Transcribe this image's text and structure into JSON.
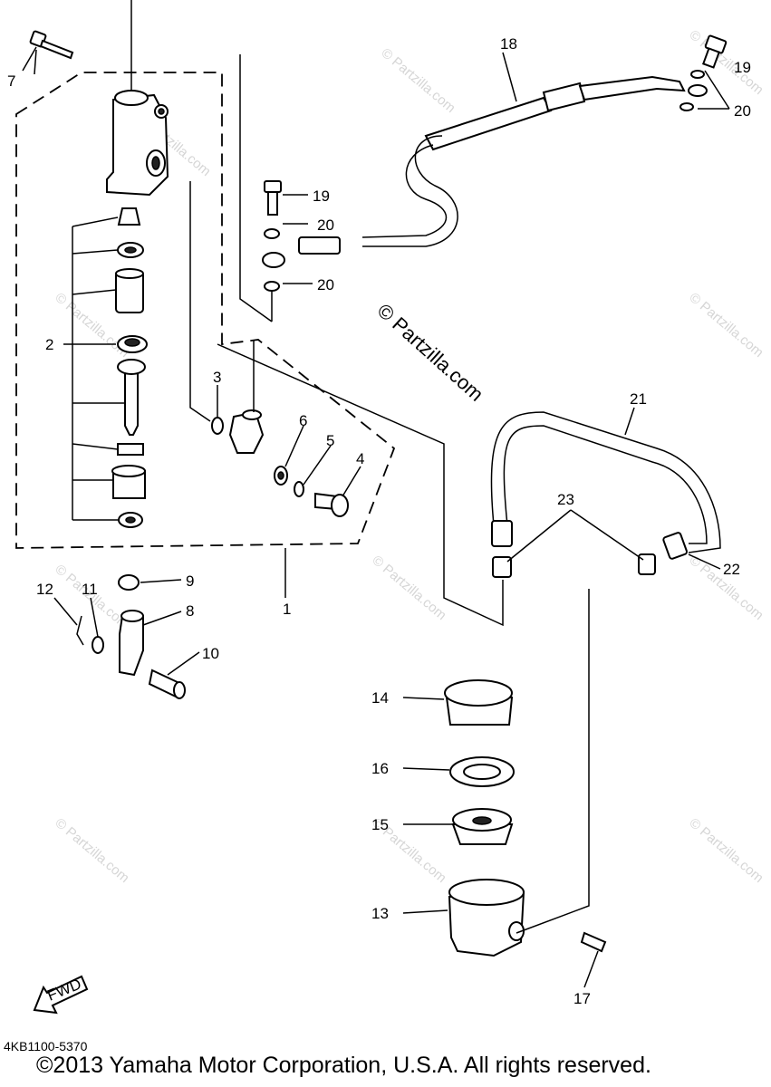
{
  "watermark": {
    "small": "© Partzilla.com",
    "center": "© Partzilla.com"
  },
  "labels": {
    "p1": "1",
    "p2": "2",
    "p3": "3",
    "p4": "4",
    "p5": "5",
    "p6": "6",
    "p7": "7",
    "p8": "8",
    "p9": "9",
    "p10": "10",
    "p11": "11",
    "p12": "12",
    "p13": "13",
    "p14": "14",
    "p15": "15",
    "p16": "16",
    "p17": "17",
    "p18": "18",
    "p19a": "19",
    "p19b": "19",
    "p20a": "20",
    "p20b": "20",
    "p20c": "20",
    "p21": "21",
    "p22": "22",
    "p23": "23"
  },
  "fwd": "FWD",
  "diagram_code": "4KB1100-5370",
  "copyright": "©2013 Yamaha Motor Corporation, U.S.A. All rights reserved."
}
